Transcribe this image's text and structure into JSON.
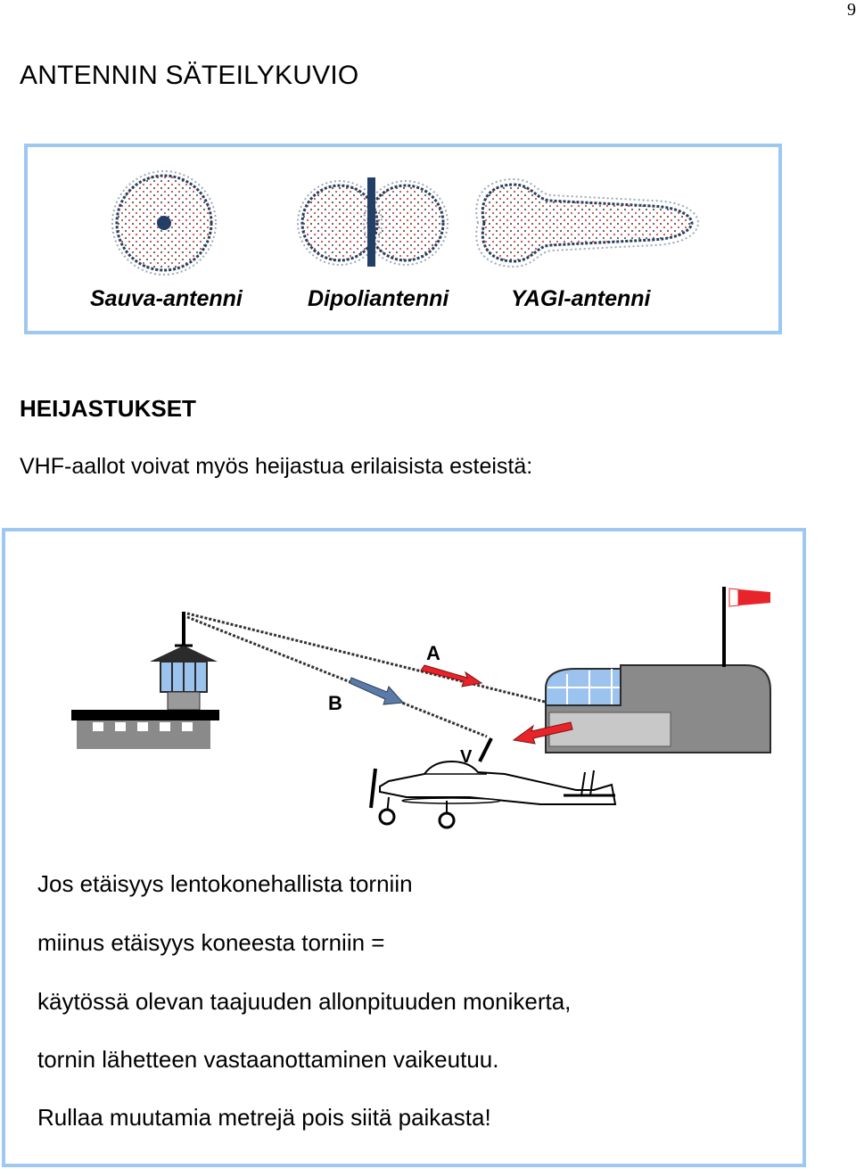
{
  "page_number": "9",
  "heading": "ANTENNIN  SÄTEILYKUVIO",
  "antennas": [
    {
      "label": "Sauva-antenni"
    },
    {
      "label": "Dipoliantenni"
    },
    {
      "label": "YAGI-antenni"
    }
  ],
  "reflections": {
    "title": "HEIJASTUKSET",
    "intro": "VHF-aallot voivat myös heijastua erilaisista esteistä:",
    "labels": {
      "a": "A",
      "b": "B",
      "v": "V"
    },
    "lines": [
      "Jos etäisyys  lentokonehallista torniin",
      "miinus etäisyys koneesta torniin =",
      "käytössä olevan taajuuden allonpituuden monikerta,",
      "tornin lähetteen vastaanottaminen vaikeutuu.",
      "Rullaa  muutamia metrejä pois siitä paikasta!"
    ]
  },
  "colors": {
    "box_border": "#9dc8f2",
    "arrow_red": "#e8242a",
    "arrow_blue": "#5b7aa6",
    "windsock": "#e8242a",
    "hangar_grey": "#8a8a8a",
    "glass_blue": "#9cc3ee",
    "dipole_bar": "#243f66"
  }
}
